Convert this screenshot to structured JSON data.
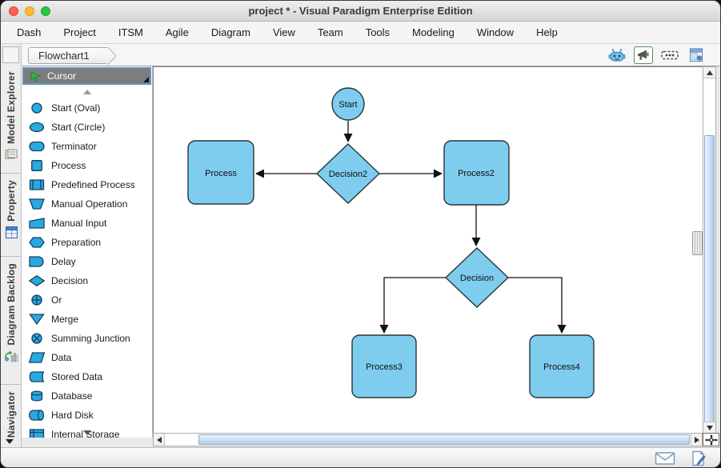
{
  "window": {
    "title": "project * - Visual Paradigm Enterprise Edition",
    "traffic_lights": [
      "close",
      "minimize",
      "zoom"
    ]
  },
  "menu": {
    "items": [
      "Dash",
      "Project",
      "ITSM",
      "Agile",
      "Diagram",
      "View",
      "Team",
      "Tools",
      "Modeling",
      "Window",
      "Help"
    ]
  },
  "tab_bar": {
    "active_tab": "Flowchart1",
    "toolbar_icons": [
      "robot-assistant-icon",
      "announcement-icon",
      "selection-marquee-icon",
      "panel-settings-icon"
    ]
  },
  "side_tabs": {
    "items": [
      {
        "label": "Model Explorer",
        "icon": "model-explorer-icon"
      },
      {
        "label": "Property",
        "icon": "property-icon"
      },
      {
        "label": "Diagram Backlog",
        "icon": "diagram-backlog-icon"
      },
      {
        "label": "Navigator",
        "icon": "navigator-icon"
      }
    ]
  },
  "palette": {
    "cursor_label": "Cursor",
    "items": [
      {
        "label": "Start (Oval)",
        "icon": "circle-shape-icon"
      },
      {
        "label": "Start (Circle)",
        "icon": "oval-shape-icon"
      },
      {
        "label": "Terminator",
        "icon": "terminator-shape-icon"
      },
      {
        "label": "Process",
        "icon": "process-shape-icon"
      },
      {
        "label": "Predefined Process",
        "icon": "predefined-process-shape-icon"
      },
      {
        "label": "Manual Operation",
        "icon": "manual-operation-shape-icon"
      },
      {
        "label": "Manual Input",
        "icon": "manual-input-shape-icon"
      },
      {
        "label": "Preparation",
        "icon": "preparation-shape-icon"
      },
      {
        "label": "Delay",
        "icon": "delay-shape-icon"
      },
      {
        "label": "Decision",
        "icon": "decision-shape-icon"
      },
      {
        "label": "Or",
        "icon": "or-shape-icon"
      },
      {
        "label": "Merge",
        "icon": "merge-shape-icon"
      },
      {
        "label": "Summing Junction",
        "icon": "summing-junction-shape-icon"
      },
      {
        "label": "Data",
        "icon": "data-shape-icon"
      },
      {
        "label": "Stored Data",
        "icon": "stored-data-shape-icon"
      },
      {
        "label": "Database",
        "icon": "database-shape-icon"
      },
      {
        "label": "Hard Disk",
        "icon": "hard-disk-shape-icon"
      },
      {
        "label": "Internal Storage",
        "icon": "internal-storage-shape-icon"
      }
    ]
  },
  "canvas": {
    "shape_fill": "#7ECDEE",
    "nodes": {
      "start": {
        "label": "Start",
        "type": "start-circle"
      },
      "process": {
        "label": "Process",
        "type": "process"
      },
      "decision2": {
        "label": "Decision2",
        "type": "decision"
      },
      "process2": {
        "label": "Process2",
        "type": "process"
      },
      "decision": {
        "label": "Decision",
        "type": "decision"
      },
      "process3": {
        "label": "Process3",
        "type": "process"
      },
      "process4": {
        "label": "Process4",
        "type": "process"
      }
    }
  },
  "status_bar": {
    "icons": [
      "mail-icon",
      "edit-note-icon"
    ]
  },
  "colors": {
    "palette_icon_blue": "#29A9E1",
    "node_fill_blue": "#7ECDEE",
    "selection_border": "#5F93C3"
  }
}
